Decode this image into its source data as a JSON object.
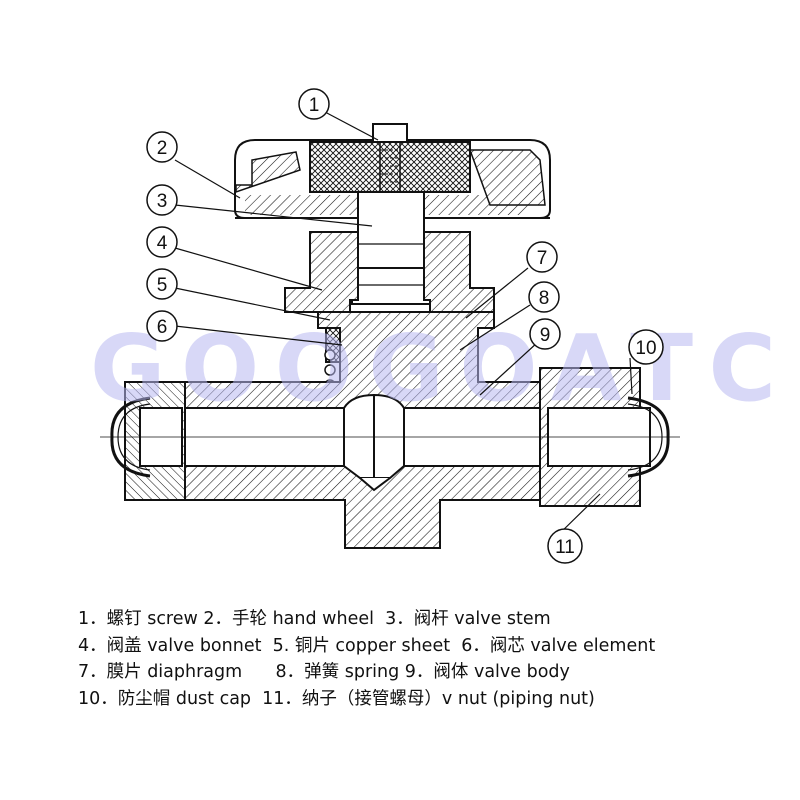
{
  "diagram": {
    "watermark": "GOOGOATC",
    "callouts": [
      "1",
      "2",
      "3",
      "4",
      "5",
      "6",
      "7",
      "8",
      "9",
      "10",
      "11"
    ]
  },
  "legend": {
    "lines": [
      "1．螺钉 screw 2．手轮 hand wheel  3．阀杆 valve stem",
      "4．阀盖 valve bonnet  5. 铜片 copper sheet  6．阀芯 valve element",
      "7．膜片 diaphragm      8．弹簧 spring 9．阀体 valve body",
      "10．防尘帽 dust cap  11．纳子（接管螺母）v nut (piping nut)"
    ]
  },
  "colors": {
    "line": "#111111",
    "watermark": "#b8b8f0",
    "background": "#ffffff"
  }
}
